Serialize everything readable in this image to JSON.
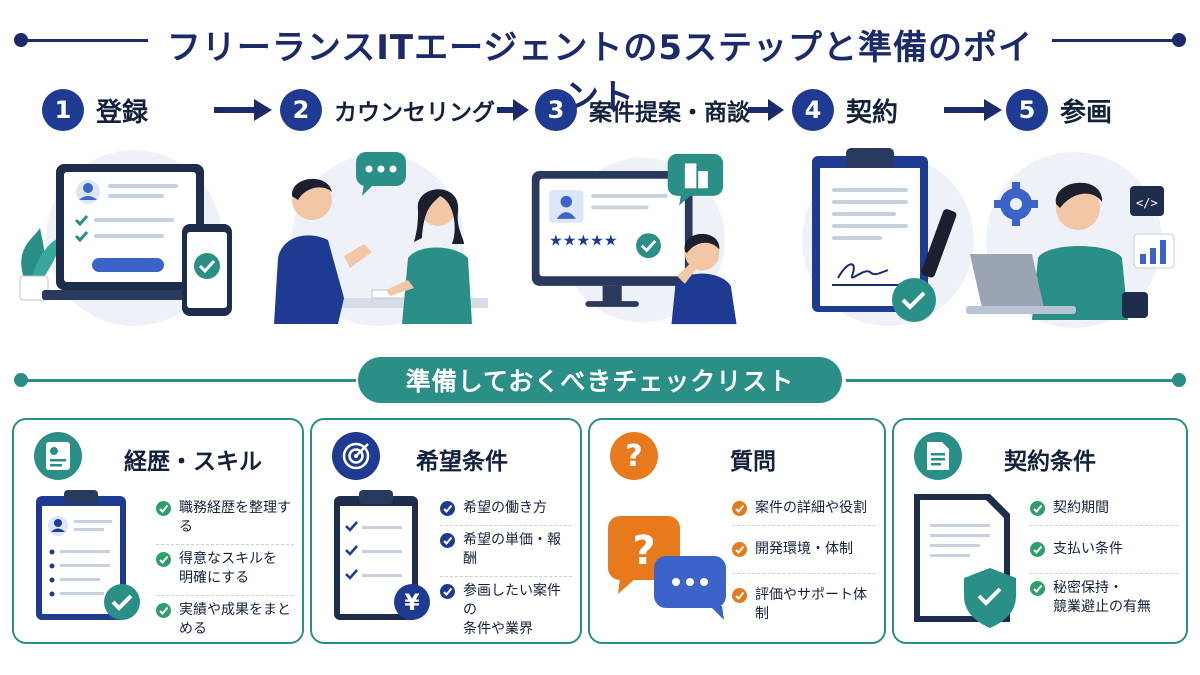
{
  "title": "フリーランスITエージェントの5ステップと準備のポイント",
  "steps": [
    {
      "num": "1",
      "label": "登録"
    },
    {
      "num": "2",
      "label": "カウンセリング"
    },
    {
      "num": "3",
      "label": "案件提案・商談"
    },
    {
      "num": "4",
      "label": "契約"
    },
    {
      "num": "5",
      "label": "参画"
    }
  ],
  "checklist_title": "準備しておくべきチェックリスト",
  "cards": [
    {
      "title": "経歴・スキル",
      "items": [
        "職務経歴を整理する",
        "得意なスキルを\n明確にする",
        "実績や成果をまとめる"
      ]
    },
    {
      "title": "希望条件",
      "items": [
        "希望の働き方",
        "希望の単価・報酬",
        "参画したい案件の\n条件や業界"
      ]
    },
    {
      "title": "質問",
      "items": [
        "案件の詳細や役割",
        "開発環境・体制",
        "評価やサポート体制"
      ]
    },
    {
      "title": "契約条件",
      "items": [
        "契約期間",
        "支払い条件",
        "秘密保持・\n競業避止の有無"
      ]
    }
  ],
  "colors": {
    "navy": "#1b2a6b",
    "step_blue": "#1f3a93",
    "teal": "#2a8f87",
    "orange": "#e87a1e",
    "check_green": "#2e9e6b"
  },
  "icons": [
    "profile-icon",
    "chat-bubble-icon",
    "building-icon",
    "signature-icon",
    "gear-icon",
    "code-icon",
    "bar-chart-icon",
    "target-icon",
    "question-icon",
    "document-icon",
    "yen-icon",
    "shield-check-icon"
  ],
  "symbols": {
    "yen": "¥",
    "question": "?",
    "stars": "★★★★★"
  }
}
